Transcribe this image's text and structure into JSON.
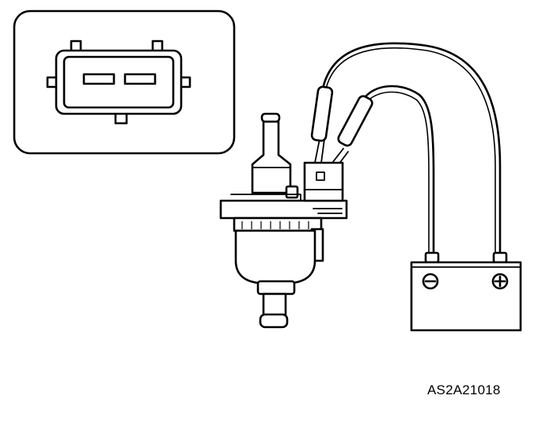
{
  "figure": {
    "code": "AS2A21018"
  },
  "battery": {
    "negative_symbol": "minus-in-circle",
    "positive_symbol": "plus-in-circle"
  },
  "colors": {
    "ink": "#000000",
    "paper": "#ffffff"
  }
}
